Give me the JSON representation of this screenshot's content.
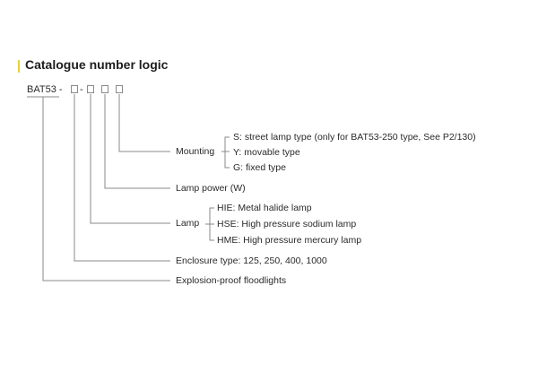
{
  "header": {
    "title": "Catalogue number logic"
  },
  "code": {
    "prefix": "BAT53 -",
    "dash": "-"
  },
  "mounting": {
    "label": "Mounting",
    "options": [
      "S: street lamp type (only for BAT53-250 type, See P2/130)",
      "Y: movable type",
      "G: fixed type"
    ]
  },
  "lamp_power": {
    "label": "Lamp power (W)"
  },
  "lamp": {
    "label": "Lamp",
    "options": [
      "HIE: Metal halide lamp",
      "HSE: High pressure sodium lamp",
      "HME: High pressure mercury lamp"
    ]
  },
  "enclosure": {
    "label": "Enclosure type: 125, 250, 400, 1000"
  },
  "product": {
    "label": "Explosion-proof floodlights"
  },
  "colors": {
    "accent": "#e8d03a",
    "line": "#8a8a8a"
  }
}
